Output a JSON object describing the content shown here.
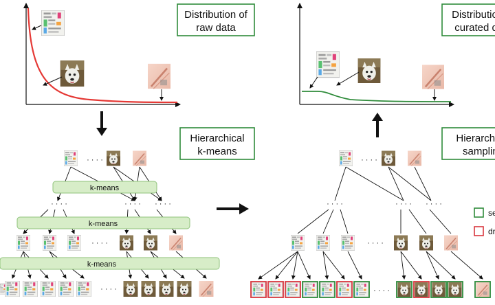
{
  "colors": {
    "raw_curve": "#e53935",
    "curated_curve": "#2e8b3a",
    "box_border": "#2e8b3a",
    "kmeans_fill": "#d7edc8",
    "kmeans_stroke": "#8fc27a",
    "selected": "#2e8b3a",
    "dropped": "#d9363e"
  },
  "raw": {
    "title_line1": "Distribution of",
    "title_line2": "raw data"
  },
  "curated": {
    "title_line1": "Distribution of",
    "title_line2": "curated data"
  },
  "hkmeans": {
    "title_line1": "Hierarchical",
    "title_line2": "k-means",
    "kmeans_label": "k-means",
    "ellipsis": "· · · ·"
  },
  "hsampling": {
    "title_line1": "Hierarchical",
    "title_line2": "sampling",
    "ellipsis": "· · · ·"
  },
  "legend": {
    "selected_label": "selected",
    "dropped_label": "dropped"
  },
  "icons": {
    "doc": "document-thumbnail-icon",
    "dog": "dog-photo-thumbnail-icon",
    "pink": "pink-photo-thumbnail-icon"
  }
}
